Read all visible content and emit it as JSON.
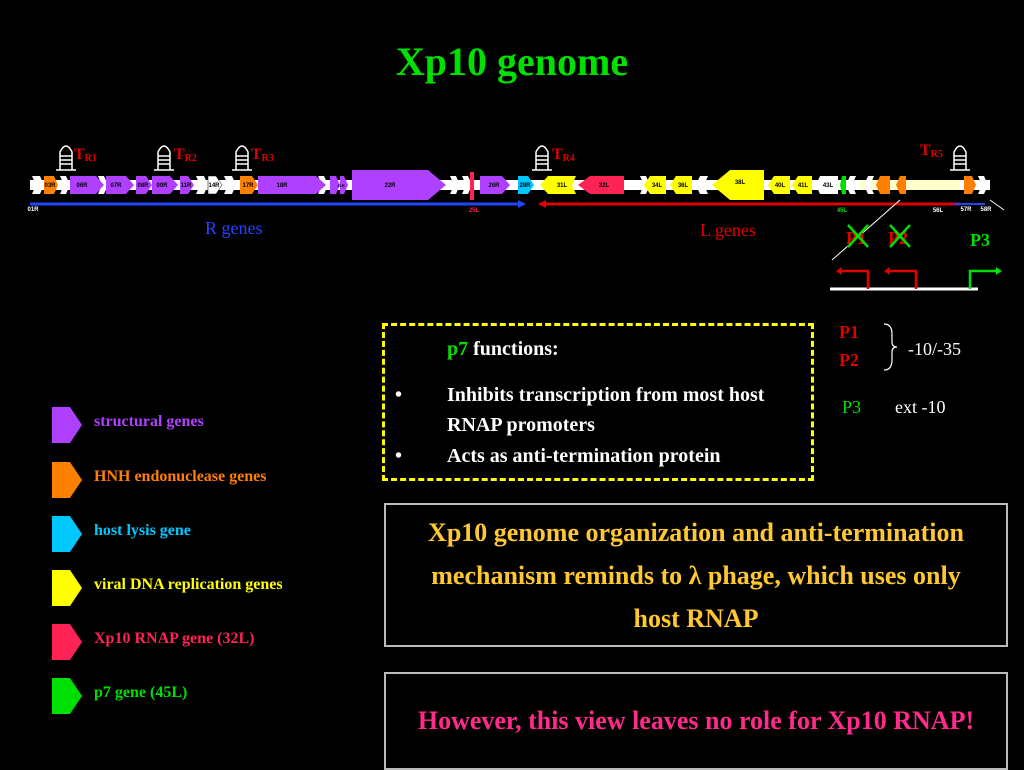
{
  "title": "Xp10  genome",
  "terminators": [
    {
      "letter": "T",
      "sub": "R1"
    },
    {
      "letter": "T",
      "sub": "R2"
    },
    {
      "letter": "T",
      "sub": "R3"
    },
    {
      "letter": "T",
      "sub": "R4"
    },
    {
      "letter": "T",
      "sub": "R5"
    }
  ],
  "genes": [
    "03R",
    "06R",
    "07R",
    "08R",
    "09R",
    "11R",
    "14R",
    "17R",
    "18R",
    "21R",
    "22R",
    "26R",
    "28R",
    "31L",
    "32L",
    "34L",
    "36L",
    "38L",
    "40L",
    "41L",
    "43L",
    "45L",
    "56L",
    "57R",
    "58R",
    "01R",
    "25L"
  ],
  "gene_colors": {
    "structural": "#b040ff",
    "hnh": "#ff7f00",
    "lysis": "#00c8ff",
    "replication": "#ffff00",
    "rnap": "#ff2255",
    "p7": "#00e000"
  },
  "regions": {
    "r_genes": "R genes",
    "l_genes": "L genes"
  },
  "promoters_top": {
    "p1": "P1",
    "p2": "P2",
    "p3": "P3"
  },
  "p7_box": {
    "name": "p7",
    "title_rest": " functions:",
    "bullets": [
      "Inhibits transcription from most host RNAP promoters",
      "Acts as anti-termination protein"
    ]
  },
  "promoter_info": {
    "p1": "P1",
    "p2": "P2",
    "p12_value": "-10/-35",
    "p3": "P3",
    "p3_value": "ext -10"
  },
  "legend": [
    {
      "label": "structural genes",
      "color": "#b040ff"
    },
    {
      "label": "HNH endonuclease genes",
      "color": "#ff7f00"
    },
    {
      "label": "host lysis gene",
      "color": "#00c8ff"
    },
    {
      "label": "viral DNA replication genes",
      "color": "#ffff00"
    },
    {
      "label": "Xp10 RNAP gene (32L)",
      "color": "#ff2255"
    },
    {
      "label": "p7 gene (45L)",
      "color": "#00e000"
    }
  ],
  "conclusion1": "Xp10 genome organization and anti-termination mechanism reminds to λ phage, which uses only host RNAP",
  "conclusion2": "However, this view leaves no role for Xp10 RNAP!"
}
